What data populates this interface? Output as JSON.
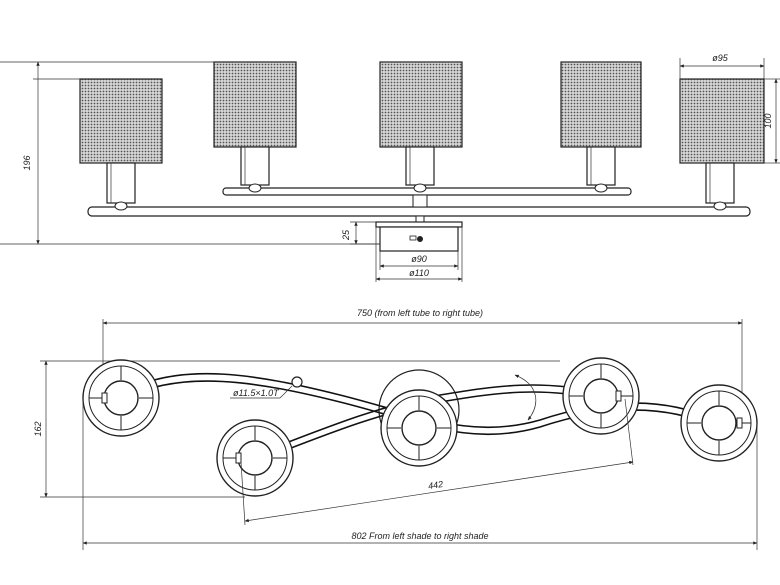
{
  "labels": {
    "shade_diameter": "ø95",
    "shade_height": "100",
    "total_height": "196",
    "canopy_height": "25",
    "canopy_inner": "ø90",
    "canopy_outer": "ø110",
    "tube_span": "750 (from left tube to right tube)",
    "depth": "162",
    "screw": "ø11.5×1.0T",
    "inner_span": "442",
    "shade_span": "802 From left shade to right shade"
  }
}
